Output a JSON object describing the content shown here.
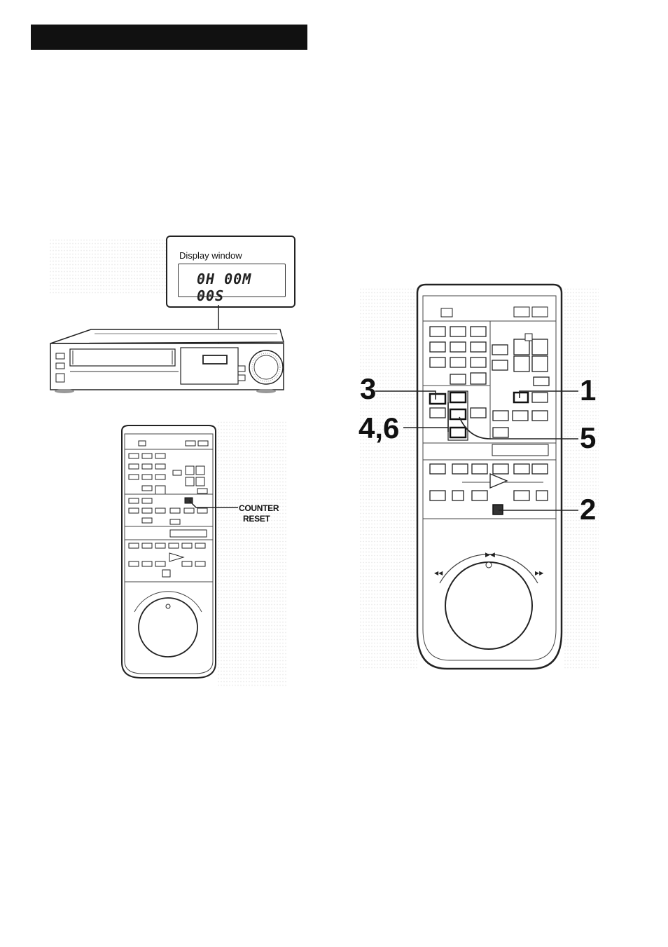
{
  "header": {
    "bar_color": "#111111"
  },
  "display_window": {
    "title": "Display window",
    "readout": "0H 00M 00S"
  },
  "callouts": {
    "counter_reset_line1": "COUNTER",
    "counter_reset_line2": "RESET",
    "step_1": "1",
    "step_2": "2",
    "step_3": "3",
    "step_4_6": "4,6",
    "step_5": "5"
  },
  "icons": [
    "vcr-unit",
    "remote-control-small",
    "remote-control-large",
    "jog-shuttle-dial",
    "play-triangle"
  ]
}
